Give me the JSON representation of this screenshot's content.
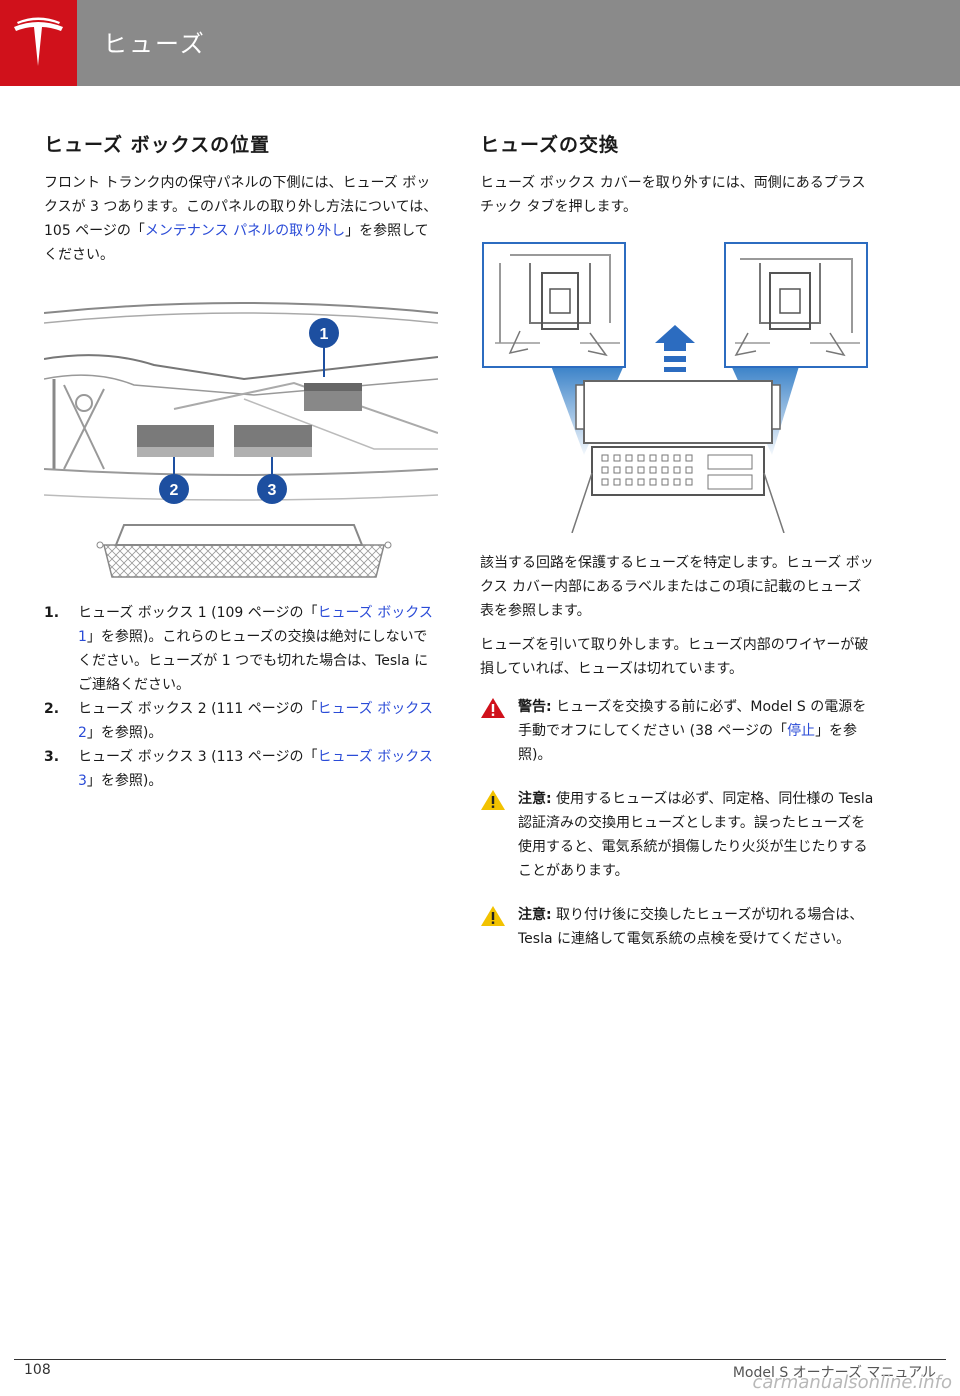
{
  "header": {
    "title": "ヒューズ",
    "logo_icon": "tesla-logo-icon",
    "accent_color": "#d0111b",
    "bar_color": "#8a8a8a"
  },
  "left": {
    "heading": "ヒューズ ボックスの位置",
    "intro_pre": "フロント トランク内の保守パネルの下側には、ヒューズ ボックスが 3 つあります。このパネルの取り外し方法については、105 ページの「",
    "intro_link": "メンテナンス パネルの取り外し",
    "intro_post": "」を参照してください。",
    "figure_callouts": [
      "1",
      "2",
      "3"
    ],
    "steps": [
      {
        "num": "1.",
        "pre": "ヒューズ ボックス 1 (109 ページの「",
        "link": "ヒューズ ボックス 1",
        "post": "」を参照)。これらのヒューズの交換は絶対にしないでください。ヒューズが 1 つでも切れた場合は、Tesla にご連絡ください。"
      },
      {
        "num": "2.",
        "pre": "ヒューズ ボックス 2 (111 ページの「",
        "link": "ヒューズ ボックス 2",
        "post": "」を参照)。"
      },
      {
        "num": "3.",
        "pre": "ヒューズ ボックス 3 (113 ページの「",
        "link": "ヒューズ ボックス 3",
        "post": "」を参照)。"
      }
    ]
  },
  "right": {
    "heading": "ヒューズの交換",
    "intro": "ヒューズ ボックス カバーを取り外すには、両側にあるプラスチック タブを押します。",
    "para1": "該当する回路を保護するヒューズを特定します。ヒューズ ボックス カバー内部にあるラベルまたはこの項に記載のヒューズ表を参照します。",
    "para2": "ヒューズを引いて取り外します。ヒューズ内部のワイヤーが破損していれば、ヒューズは切れています。",
    "warning": {
      "label": "警告:",
      "pre": " ヒューズを交換する前に必ず、Model S の電源を手動でオフにしてください (38 ページの「",
      "link": "停止",
      "post": "」を参照)。",
      "icon": "warning-red-icon",
      "color": "#d0111b"
    },
    "caution1": {
      "label": "注意:",
      "text": " 使用するヒューズは必ず、同定格、同仕様の Tesla 認証済みの交換用ヒューズとします。誤ったヒューズを使用すると、電気系統が損傷したり火災が生じたりすることがあります。",
      "icon": "caution-yellow-icon",
      "color": "#f2c200"
    },
    "caution2": {
      "label": "注意:",
      "text": " 取り付け後に交換したヒューズが切れる場合は、Tesla に連絡して電気系統の点検を受けてください。",
      "icon": "caution-yellow-icon",
      "color": "#f2c200"
    }
  },
  "footer": {
    "page": "108",
    "title": "Model S オーナーズ マニュアル",
    "watermark": "carmanualsonline.info"
  },
  "colors": {
    "link": "#2a4bd7",
    "callout": "#1d4fa0"
  }
}
